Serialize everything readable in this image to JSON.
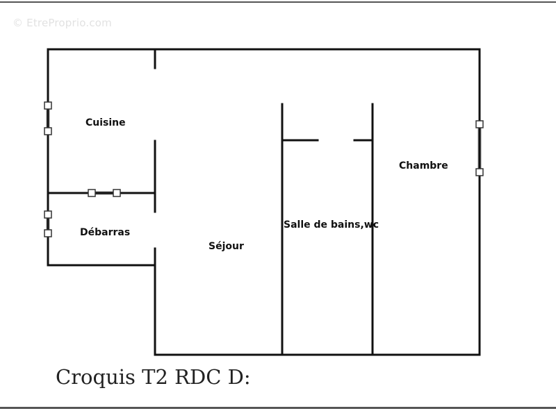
{
  "watermark": "© EtreProprio.com",
  "rooms": {
    "cuisine": "Cuisine",
    "debarras": "Débarras",
    "sejour": "Séjour",
    "salle_de_bains": "Salle de bains,wc",
    "chambre": "Chambre"
  },
  "caption": "Croquis T2 RDC D:",
  "colors": {
    "wall": "#111111",
    "window": "#888888",
    "background": "#ffffff"
  }
}
